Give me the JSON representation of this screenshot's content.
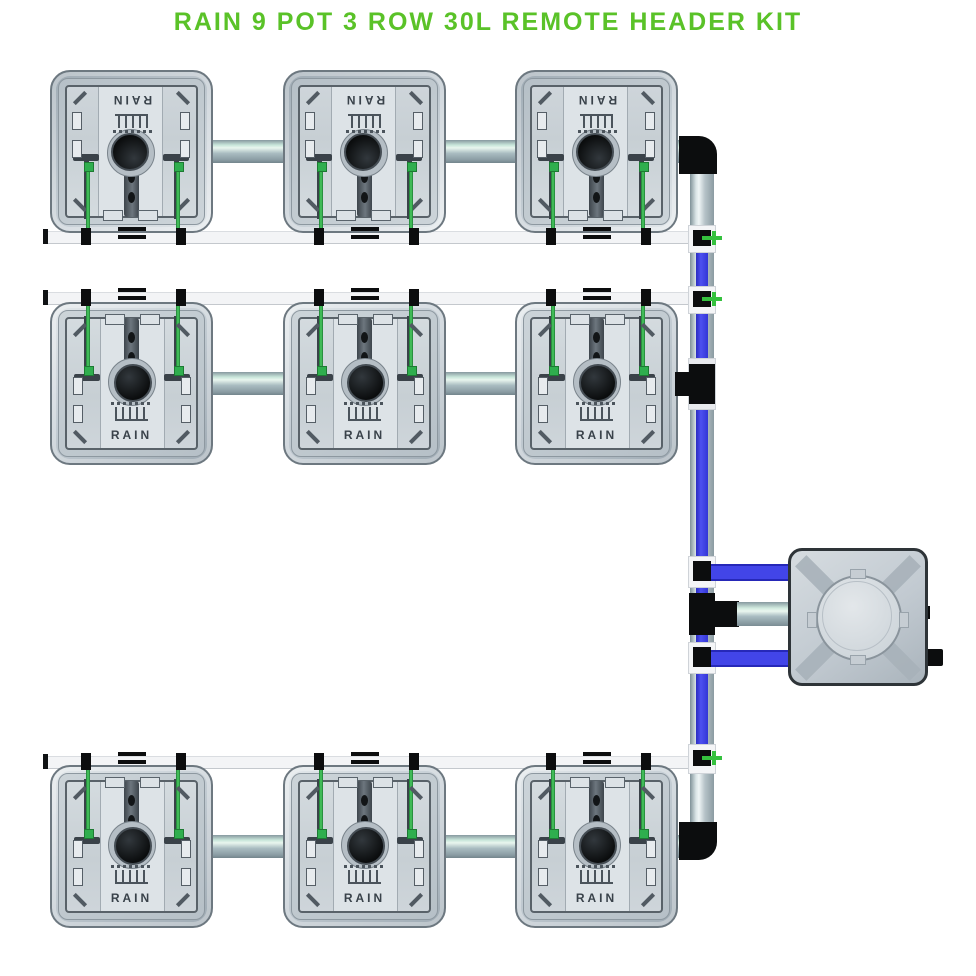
{
  "title": {
    "text": "RAIN 9 POT 3 ROW 30L REMOTE HEADER KIT"
  },
  "layout_info": {
    "rows": 3,
    "pots_per_row": 3,
    "pot_count": 9
  },
  "pots": [
    {
      "label": "RAIN",
      "row": 1,
      "col": 1,
      "orientation": "inverted"
    },
    {
      "label": "RAIN",
      "row": 1,
      "col": 2,
      "orientation": "inverted"
    },
    {
      "label": "RAIN",
      "row": 1,
      "col": 3,
      "orientation": "inverted"
    },
    {
      "label": "RAIN",
      "row": 2,
      "col": 1,
      "orientation": "upright"
    },
    {
      "label": "RAIN",
      "row": 2,
      "col": 2,
      "orientation": "upright"
    },
    {
      "label": "RAIN",
      "row": 2,
      "col": 3,
      "orientation": "upright"
    },
    {
      "label": "RAIN",
      "row": 3,
      "col": 1,
      "orientation": "upright"
    },
    {
      "label": "RAIN",
      "row": 3,
      "col": 2,
      "orientation": "upright"
    },
    {
      "label": "RAIN",
      "row": 3,
      "col": 3,
      "orientation": "upright"
    }
  ],
  "colors": {
    "title_green": "#5ac228",
    "manifold_blue": "#4245e8",
    "tube_green": "#2fae4e",
    "feed_pipe_silver": "#aebfc5",
    "drain_pipe_white": "#f3f4f6",
    "fitting_black": "#0c0d0e",
    "pot_gray": "#c4cdd4"
  }
}
